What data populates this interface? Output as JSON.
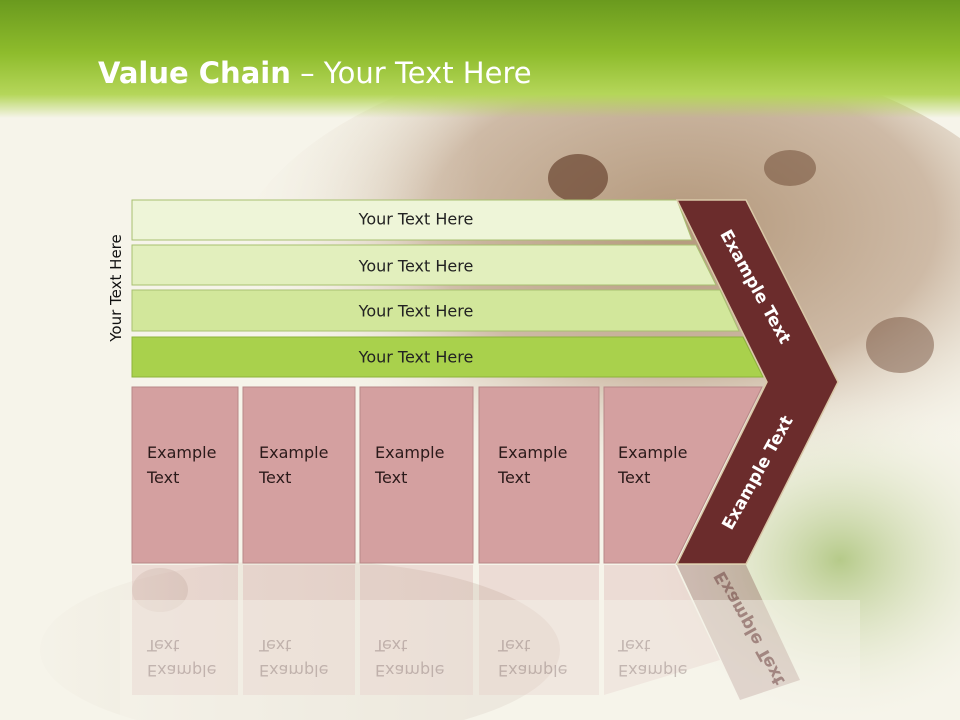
{
  "title": {
    "bold": "Value Chain",
    "rest": " – Your Text Here"
  },
  "side_label": "Your Text Here",
  "bars": [
    "Your Text Here",
    "Your Text Here",
    "Your Text Here",
    "Your Text Here"
  ],
  "boxes": [
    {
      "line1": "Example",
      "line2": "Text"
    },
    {
      "line1": "Example",
      "line2": "Text"
    },
    {
      "line1": "Example",
      "line2": "Text"
    },
    {
      "line1": "Example",
      "line2": "Text"
    },
    {
      "line1": "Example",
      "line2": "Text"
    }
  ],
  "chevron_labels": {
    "upper": "Example Text",
    "lower": "Example Text"
  },
  "colors": {
    "header_green": "#8ebc2c",
    "bar_light": "#eef5d8",
    "bar_mid": "#dcecb0",
    "bar_dark": "#a8d04a",
    "box_pink": "#d4a0a0",
    "chevron": "#6b2c2c"
  }
}
